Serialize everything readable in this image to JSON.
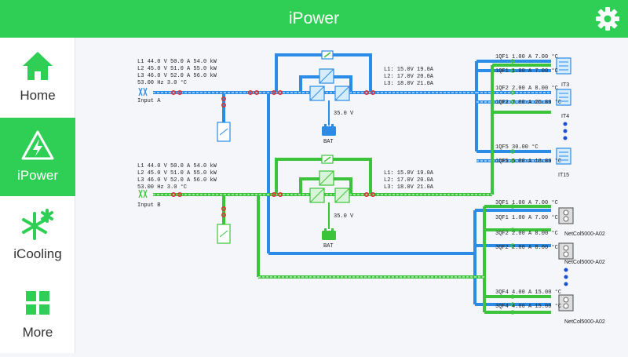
{
  "header": {
    "title": "iPower",
    "settings_icon": "gear-icon"
  },
  "colors": {
    "accent": "#2fcf55",
    "blue_line": "#2a8ce6",
    "green_line": "#3bc43b",
    "breaker": "#e23030"
  },
  "sidebar": {
    "items": [
      {
        "label": "Home",
        "icon": "home-icon",
        "active": false
      },
      {
        "label": "iPower",
        "icon": "power-warning-icon",
        "active": true
      },
      {
        "label": "iCooling",
        "icon": "snowflake-icon",
        "active": false
      },
      {
        "label": "More",
        "icon": "grid-icon",
        "active": false
      }
    ]
  },
  "diagram": {
    "input_a": {
      "label": "Input A",
      "lines": [
        "L1  44.0 V   50.0 A   54.0 kW",
        "L2  45.0 V   51.0 A   55.0 kW",
        "L3  46.0 V   52.0 A   56.0 kW",
        "53.00 Hz   3.0 °C"
      ]
    },
    "input_b": {
      "label": "Input B",
      "lines": [
        "L1  44.0 V   50.0 A   54.0 kW",
        "L2  45.0 V   51.0 A   55.0 kW",
        "L3  46.0 V   52.0 A   56.0 kW",
        "53.00 Hz   3.0 °C"
      ]
    },
    "ups_a_output": [
      "L1: 15.0V   19.0A",
      "L2: 17.0V   20.0A",
      "L3: 18.0V   21.0A"
    ],
    "ups_b_output": [
      "L1: 15.0V   19.0A",
      "L2: 17.0V   20.0A",
      "L3: 18.0V   21.0A"
    ],
    "battery_a": {
      "voltage": "35.0 V",
      "label": "BAT"
    },
    "battery_b": {
      "voltage": "35.0 V",
      "label": "BAT"
    },
    "blue_branches": [
      {
        "text": "1QF1  1.00 A   7.00 °C"
      },
      {
        "text": "1QF1  1.00 A   7.00 °C"
      },
      {
        "text": "1QF2  2.00 A   8.00 °C"
      },
      {
        "text": "1QF2  7.00 A   25.00 °C"
      },
      {
        "text": "1QF5  30.00 °C"
      },
      {
        "text": "1QF5  6.00 A   18.00 °C"
      }
    ],
    "it_labels": [
      "IT3",
      "IT4",
      "IT15"
    ],
    "green_branches": [
      {
        "text": "3QF1  1.00 A   7.00 °C"
      },
      {
        "text": "3QF1  1.00 A   7.00 °C"
      },
      {
        "text": "3QF2  2.00 A   8.00 °C"
      },
      {
        "text": "3QF2  2.00 A   8.00 °C"
      },
      {
        "text": "3QF4  4.00 A   15.00 °C"
      },
      {
        "text": "3QF4  4.00 A   15.00 °C"
      }
    ],
    "netco_labels": [
      "NetCol5000-A02",
      "NetCol5000-A02",
      "NetCol5000-A02"
    ]
  }
}
